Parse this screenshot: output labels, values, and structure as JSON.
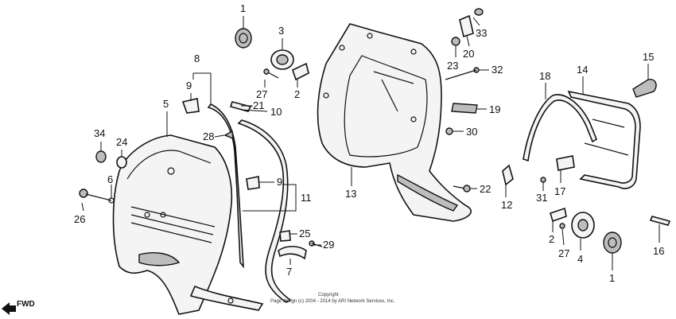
{
  "diagram": {
    "callouts": [
      "1",
      "3",
      "8",
      "9",
      "5",
      "27",
      "2",
      "21",
      "10",
      "34",
      "24",
      "28",
      "6",
      "26",
      "9",
      "11",
      "25",
      "29",
      "7",
      "13",
      "20",
      "33",
      "23",
      "32",
      "19",
      "30",
      "22",
      "12",
      "18",
      "14",
      "15",
      "31",
      "17",
      "2",
      "27",
      "4",
      "1",
      "16"
    ],
    "forward_label": "FWD",
    "copyright_line1": "Copyright",
    "copyright_line2": "Page design (c) 2004 - 2014 by ARI Network Services, Inc."
  }
}
